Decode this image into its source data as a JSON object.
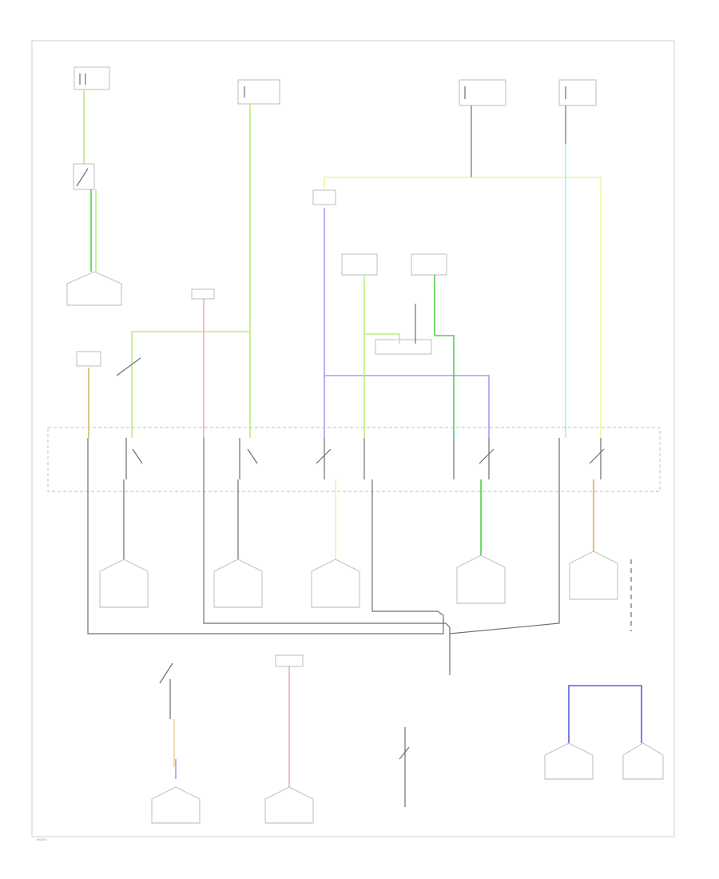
{
  "figure_id": "W0000",
  "colors": {
    "light_green": "#b8f07a",
    "green": "#4fd04f",
    "pink": "#f7a8b8",
    "tan": "#d9b56c",
    "yellow": "#f3f3a0",
    "blue": "#9ea0ee",
    "dark_blue": "#5560e8",
    "cyan": "#9ef0f0",
    "orange": "#f5a24a",
    "frame": "#cfcfcf"
  },
  "icons": [
    "fuse-symbol",
    "relay-switch-symbol",
    "ground-symbol",
    "connector-symbol"
  ]
}
